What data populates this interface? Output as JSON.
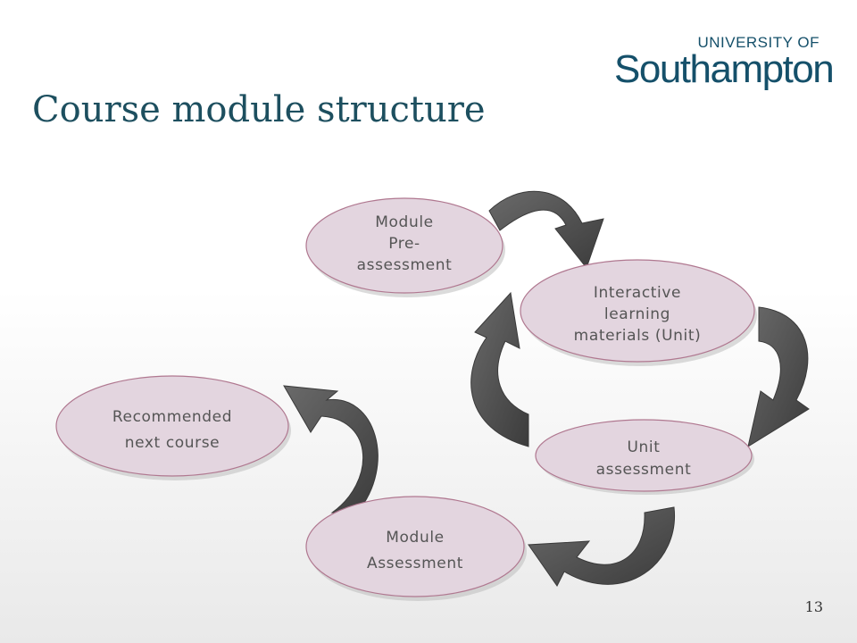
{
  "brand": {
    "top": "UNIVERSITY OF",
    "main": "Southampton"
  },
  "title": "Course module structure",
  "nodes": [
    {
      "id": "pre",
      "lines": [
        "Module",
        "Pre-",
        "assessment"
      ]
    },
    {
      "id": "unit",
      "lines": [
        "Interactive",
        "learning",
        "materials (Unit)"
      ]
    },
    {
      "id": "uassess",
      "lines": [
        "Unit",
        "assessment"
      ]
    },
    {
      "id": "massess",
      "lines": [
        "Module",
        "Assessment"
      ]
    },
    {
      "id": "next",
      "lines": [
        "Recommended",
        "next course"
      ]
    }
  ],
  "colors": {
    "node_fill": "#e3d5df",
    "node_stroke": "#b07890",
    "arrow": "#4f4f4f",
    "title": "#1d4f5f"
  },
  "page_number": "13"
}
